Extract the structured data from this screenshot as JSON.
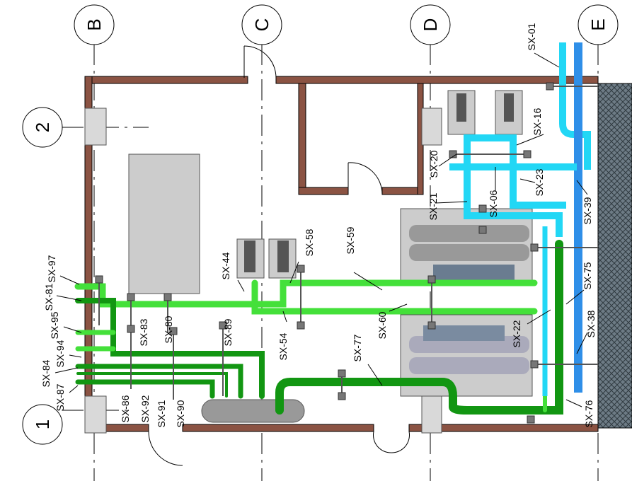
{
  "grid_lines": {
    "columns": [
      "B",
      "C",
      "D",
      "E"
    ],
    "rows": [
      "2",
      "1"
    ]
  },
  "pipe_tags": {
    "sx97": "SX-97",
    "sx81": "SX-81",
    "sx95": "SX-95",
    "sx94": "SX-94",
    "sx84": "SX-84",
    "sx87": "SX-87",
    "sx86": "SX-86",
    "sx92": "SX-92",
    "sx91": "SX-91",
    "sx90": "SX-90",
    "sx83": "SX-83",
    "sx80": "SX-80",
    "sx89": "SX-89",
    "sx44": "SX-44",
    "sx58": "SX-58",
    "sx59": "SX-59",
    "sx54": "SX-54",
    "sx60": "SX-60",
    "sx77": "SX-77",
    "sx20": "SX-20",
    "sx21": "SX-21",
    "sx06": "SX-06",
    "sx16": "SX-16",
    "sx23": "SX-23",
    "sx39": "SX-39",
    "sx01": "SX-01",
    "sx22": "SX-22",
    "sx75": "SX-75",
    "sx38": "SX-38",
    "sx76": "SX-76"
  },
  "colors": {
    "green_light": "#44e03a",
    "green_dark": "#129612",
    "cyan": "#22d7f5",
    "blue": "#2f8fe8",
    "wall": "#8b5343"
  }
}
